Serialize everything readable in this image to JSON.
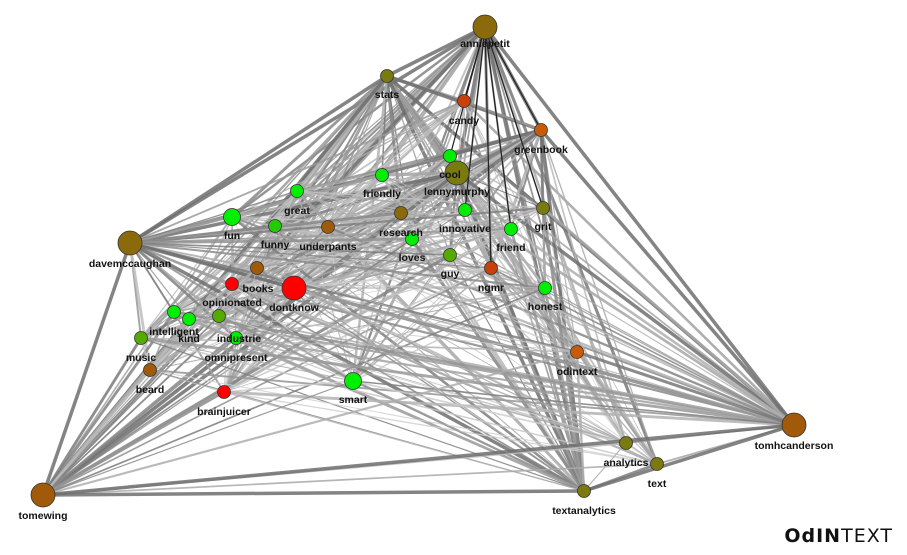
{
  "logo": {
    "text": "OdINTEXT",
    "mark": "OdIN",
    "word": "TEXT"
  },
  "colors": {
    "hub": "#8a6a0a",
    "olive": "#7a7a10",
    "orange": "#c8500a",
    "green_bright": "#00ee00",
    "green_mid": "#55bb00",
    "red": "#ff0000",
    "edge_dark": "#555555",
    "edge_light": "#bbbbbb"
  },
  "nodes": [
    {
      "id": "anniepetit",
      "label": "anniepetit",
      "color": "#8a6a0a",
      "size": "large"
    },
    {
      "id": "stats",
      "label": "stats",
      "color": "#7a7a10",
      "size": "small"
    },
    {
      "id": "candy",
      "label": "candy",
      "color": "#c8400a",
      "size": "small"
    },
    {
      "id": "greenbook",
      "label": "greenbook",
      "color": "#c85a0a",
      "size": "small"
    },
    {
      "id": "cool",
      "label": "cool",
      "color": "#00ee00",
      "size": "small"
    },
    {
      "id": "lennymurphy",
      "label": "lennymurphy",
      "color": "#7a7a10",
      "size": "large"
    },
    {
      "id": "friendly",
      "label": "friendly",
      "color": "#00ee00",
      "size": "small"
    },
    {
      "id": "great",
      "label": "great",
      "color": "#00ee00",
      "size": "small"
    },
    {
      "id": "fun",
      "label": "fun",
      "color": "#00ee00",
      "size": "medium"
    },
    {
      "id": "funny",
      "label": "funny",
      "color": "#22cc00",
      "size": "small"
    },
    {
      "id": "underpants",
      "label": "underpants",
      "color": "#a05a0a",
      "size": "small"
    },
    {
      "id": "research",
      "label": "research",
      "color": "#8a6a0a",
      "size": "small"
    },
    {
      "id": "innovative",
      "label": "innovative",
      "color": "#00ee00",
      "size": "small"
    },
    {
      "id": "grit",
      "label": "grit",
      "color": "#7a7a10",
      "size": "small"
    },
    {
      "id": "friend",
      "label": "friend",
      "color": "#00ee00",
      "size": "small"
    },
    {
      "id": "loves",
      "label": "loves",
      "color": "#00ee00",
      "size": "small"
    },
    {
      "id": "guy",
      "label": "guy",
      "color": "#55aa00",
      "size": "small"
    },
    {
      "id": "ngmr",
      "label": "ngmr",
      "color": "#c8400a",
      "size": "small"
    },
    {
      "id": "honest",
      "label": "honest",
      "color": "#00ee00",
      "size": "small"
    },
    {
      "id": "davemccaughan",
      "label": "davemccaughan",
      "color": "#8a6a0a",
      "size": "large"
    },
    {
      "id": "books",
      "label": "books",
      "color": "#ff0000",
      "size": "small"
    },
    {
      "id": "dontknow",
      "label": "dontknow",
      "color": "#ff0000",
      "size": "large"
    },
    {
      "id": "opinionated",
      "label": "opinionated",
      "color": "#a05a0a",
      "size": "small"
    },
    {
      "id": "intelligent",
      "label": "intelligent",
      "color": "#00ee00",
      "size": "small"
    },
    {
      "id": "kind",
      "label": "kind",
      "color": "#00ee00",
      "size": "small"
    },
    {
      "id": "industrie",
      "label": "industrie",
      "color": "#55aa00",
      "size": "small"
    },
    {
      "id": "omnipresent",
      "label": "omnipresent",
      "color": "#00ee00",
      "size": "small"
    },
    {
      "id": "music",
      "label": "music",
      "color": "#55aa00",
      "size": "small"
    },
    {
      "id": "beard",
      "label": "beard",
      "color": "#a05a0a",
      "size": "small"
    },
    {
      "id": "brainjuicer",
      "label": "brainjuicer",
      "color": "#ff0000",
      "size": "small"
    },
    {
      "id": "smart",
      "label": "smart",
      "color": "#00ee00",
      "size": "medium"
    },
    {
      "id": "odintext",
      "label": "odintext",
      "color": "#c85a0a",
      "size": "small"
    },
    {
      "id": "analytics",
      "label": "analytics",
      "color": "#7a7a10",
      "size": "small"
    },
    {
      "id": "text",
      "label": "text",
      "color": "#7a7a10",
      "size": "small"
    },
    {
      "id": "tomhcanderson",
      "label": "tomhcanderson",
      "color": "#a05a0a",
      "size": "large"
    },
    {
      "id": "textanalytics",
      "label": "textanalytics",
      "color": "#7a7a10",
      "size": "small"
    },
    {
      "id": "tomewing",
      "label": "tomewing",
      "color": "#a05a0a",
      "size": "large"
    }
  ]
}
